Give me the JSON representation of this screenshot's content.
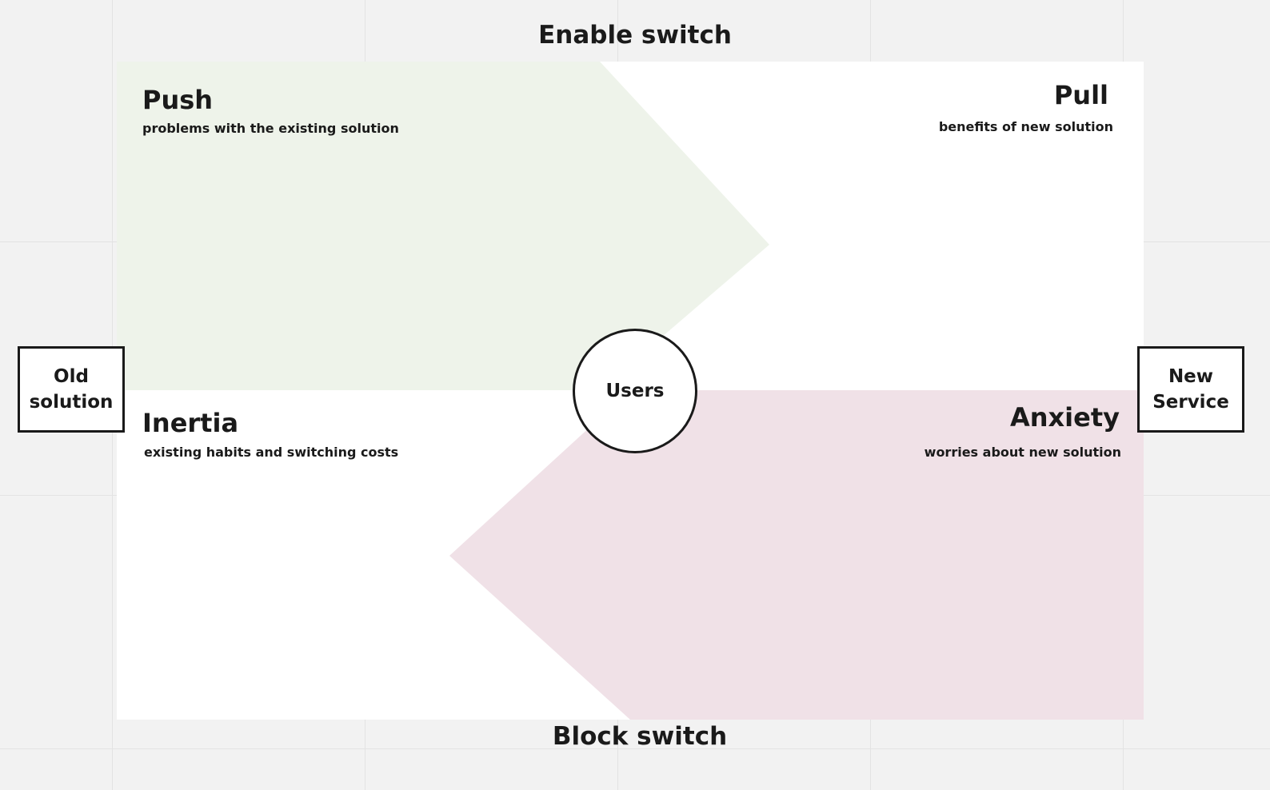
{
  "diagram": {
    "top_label": "Enable switch",
    "bottom_label": "Block switch",
    "center_label": "Users",
    "left_box": "Old\nsolution",
    "right_box": "New\nService",
    "quadrants": {
      "push": {
        "title": "Push",
        "subtitle": "problems with the existing solution"
      },
      "pull": {
        "title": "Pull",
        "subtitle": "benefits of new solution"
      },
      "inertia": {
        "title": "Inertia",
        "subtitle": "existing habits and switching costs"
      },
      "anxiety": {
        "title": "Anxiety",
        "subtitle": "worries about new solution"
      }
    }
  },
  "colors": {
    "canvas_bg": "#f2f2f2",
    "board_bg": "#ffffff",
    "push_fill": "#eef3ea",
    "anxiety_fill": "#f0e1e7",
    "outline": "#1a1a1a",
    "gridline": "#e3e3e3"
  }
}
